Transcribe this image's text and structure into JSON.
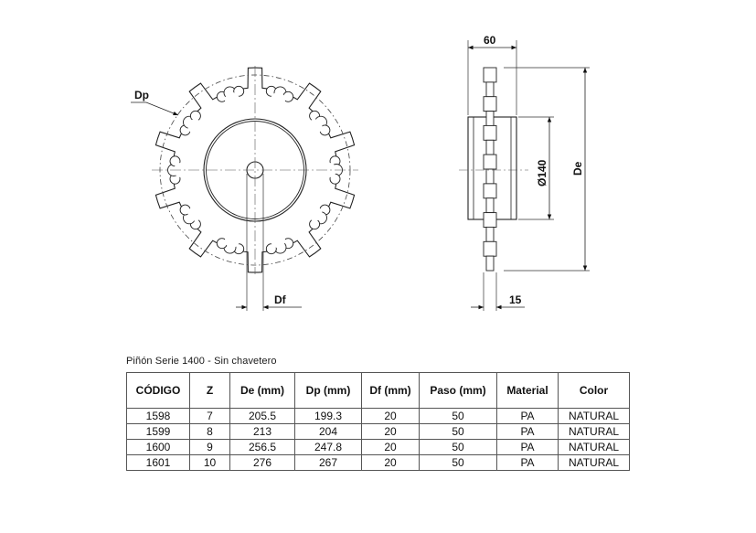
{
  "drawing": {
    "front_view": {
      "pitch_diameter_label": "Dp",
      "bore_diameter_label": "Df",
      "teeth": 10
    },
    "side_view": {
      "width_label": "60",
      "hub_diameter_label": "Ø140",
      "outer_diameter_label": "De",
      "tooth_thickness_label": "15"
    }
  },
  "caption": "Piñón Serie 1400 - Sin chavetero",
  "table": {
    "headers": [
      "CÓDIGO",
      "Z",
      "De (mm)",
      "Dp (mm)",
      "Df (mm)",
      "Paso (mm)",
      "Material",
      "Color"
    ],
    "rows": [
      [
        "1598",
        "7",
        "205.5",
        "199.3",
        "20",
        "50",
        "PA",
        "NATURAL"
      ],
      [
        "1599",
        "8",
        "213",
        "204",
        "20",
        "50",
        "PA",
        "NATURAL"
      ],
      [
        "1600",
        "9",
        "256.5",
        "247.8",
        "20",
        "50",
        "PA",
        "NATURAL"
      ],
      [
        "1601",
        "10",
        "276",
        "267",
        "20",
        "50",
        "PA",
        "NATURAL"
      ]
    ]
  }
}
